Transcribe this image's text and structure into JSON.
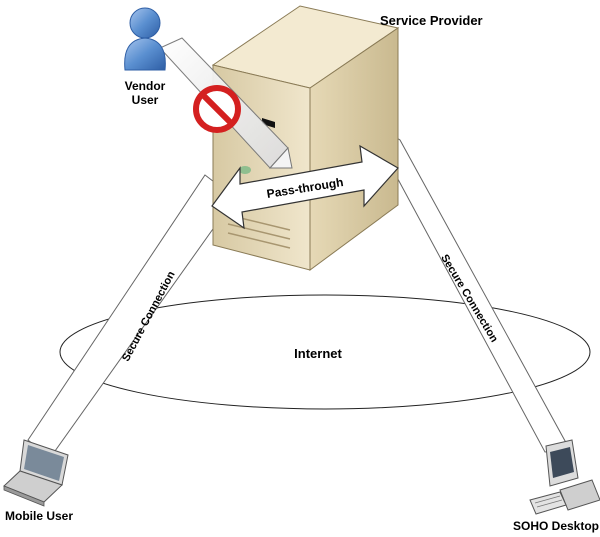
{
  "labels": {
    "service_provider": "Service Provider",
    "vendor_user_line1": "Vendor",
    "vendor_user_line2": "User",
    "pass_through": "Pass-through",
    "internet": "Internet",
    "secure_left": "Secure Connection",
    "secure_right": "Secure Connection",
    "mobile_user": "Mobile User",
    "soho_desktop": "SOHO Desktop"
  },
  "icons": [
    "user-icon",
    "server-icon",
    "blocked-sign-icon",
    "laptop-icon",
    "desktop-computer-icon"
  ],
  "colors": {
    "user_blue": "#5a8fd0",
    "server_beige": "#ede1c2",
    "blocked_red": "#d42020",
    "line": "#555555"
  }
}
